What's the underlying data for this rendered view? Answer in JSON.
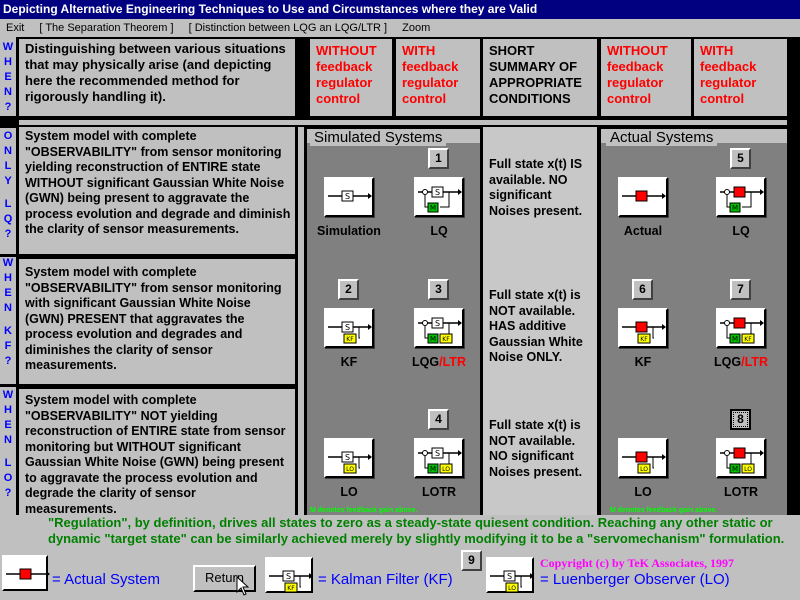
{
  "window": {
    "title": "Depicting Alternative Engineering Techniques to Use and Circumstances where they are Valid"
  },
  "menu": {
    "items": [
      "Exit",
      "[ The Separation Theorem ]",
      "[ Distinction between LQG an LQG/LTR ]",
      "Zoom"
    ]
  },
  "sidebar": {
    "q1": [
      "W",
      "H",
      "E",
      "N",
      "?"
    ],
    "q2": [
      "O",
      "N",
      "L",
      "Y",
      "",
      "L",
      "Q",
      "?"
    ],
    "q3": [
      "W",
      "H",
      "E",
      "N",
      "",
      "K",
      "F",
      "?"
    ],
    "q4": [
      "W",
      "H",
      "E",
      "N",
      "",
      "L",
      "O",
      "?"
    ]
  },
  "header": {
    "description": "Distinguishing between various situations that may physically arise (and depicting here the recommended method for rigorously handling it).",
    "without": {
      "red": "WITHOUT",
      "rest": "feedback regulator control"
    },
    "with": {
      "red": "WITH",
      "rest": "feedback regulator control"
    },
    "summary": "SHORT SUMMARY OF APPROPRIATE CONDITIONS"
  },
  "groups": {
    "simulated": "Simulated Systems",
    "actual": "Actual Systems"
  },
  "rows": [
    {
      "desc": "System model with complete \"OBSERVABILITY\" from sensor monitoring yielding reconstruction of ENTIRE state WITHOUT significant Gaussian White Noise (GWN) being present to aggravate the process evolution and degrade and diminish the clarity of sensor measurements.",
      "summary": "Full state x(t) IS available. NO significant Noises present.",
      "sim_without": {
        "num": "",
        "label": "Simulation"
      },
      "sim_with": {
        "num": "1",
        "label": "LQ"
      },
      "act_without": {
        "num": "",
        "label": "Actual"
      },
      "act_with": {
        "num": "5",
        "label": "LQ"
      }
    },
    {
      "desc": "System model with complete \"OBSERVABILITY\" from sensor monitoring with significant Gaussian White Noise (GWN) PRESENT that aggravates the process evolution and degrades and diminishes the clarity of sensor measurements.",
      "summary": "Full state x(t) is NOT available. HAS additive Gaussian White Noise ONLY.",
      "sim_without": {
        "num": "2",
        "label": "KF"
      },
      "sim_with": {
        "num": "3",
        "label_a": "LQG",
        "label_b": "/LTR"
      },
      "act_without": {
        "num": "6",
        "label": "KF"
      },
      "act_with": {
        "num": "7",
        "label_a": "LQG",
        "label_b": "/LTR"
      }
    },
    {
      "desc": "System model with complete \"OBSERVABILITY\" NOT yielding reconstruction of ENTIRE state from sensor monitoring but WITHOUT significant Gaussian White Noise (GWN) being present to aggravate the process evolution and degrade the clarity of sensor measurements.",
      "summary": "Full state x(t) is NOT available. NO significant Noises present.",
      "sim_without": {
        "num": "",
        "label": "LO"
      },
      "sim_with": {
        "num": "4",
        "label": "LOTR"
      },
      "act_without": {
        "num": "",
        "label": "LO"
      },
      "act_with": {
        "num": "8",
        "label": "LOTR"
      }
    }
  ],
  "tiny_notes": {
    "sim": "M denotes feedback gain above.",
    "act": "M denotes feedback gain above."
  },
  "bottom": {
    "note": "\"Regulation\", by definition, drives all states to zero as a steady-state quiesent condition. Reaching any other static or dynamic \"target state\" can be similarly achieved merely by slightly modifying it to be a \"servomechanism\" formulation.",
    "actual_system": "= Actual System",
    "return_button": "Return",
    "num9": "9",
    "kalman": "= Kalman Filter (KF)",
    "luenberger": "= Luenberger Observer (LO)",
    "copyright": "Copyright (c) by TeK Associates, 1997"
  },
  "icons": {
    "actual_box": "#ff0000",
    "sim_box": "#ffffff",
    "kf_box": "#ffff00",
    "lo_box": "#ffff00",
    "gain_box": "#00c000"
  }
}
